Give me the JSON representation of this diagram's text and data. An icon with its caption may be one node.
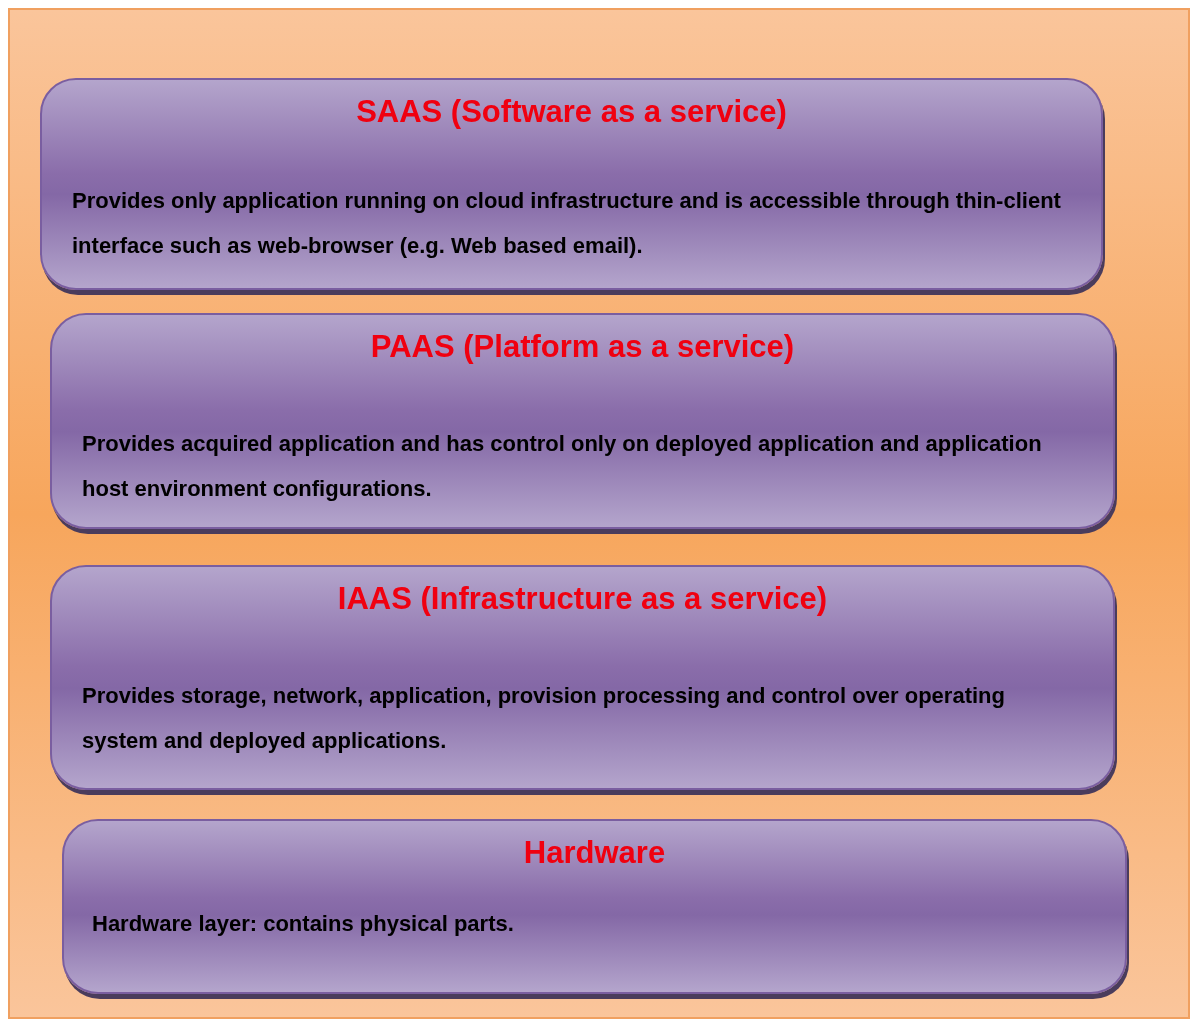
{
  "diagram": {
    "nodes": [
      {
        "text": [
          "SAAS (Software as a service)",
          "Provides only application running on cloud infrastructure and is accessible through thin-client interface such as web-browser (e.g. Web based email)."
        ]
      },
      {
        "text": [
          "PAAS (Platform as a service)",
          "Provides acquired application and has control only on deployed application and application host environment configurations."
        ]
      },
      {
        "text": [
          "IAAS (Infrastructure as a service)",
          "Provides storage, network, application, provision processing and control over operating system and deployed applications."
        ]
      },
      {
        "text": [
          "Hardware",
          "Hardware layer: contains physical parts."
        ]
      }
    ]
  }
}
